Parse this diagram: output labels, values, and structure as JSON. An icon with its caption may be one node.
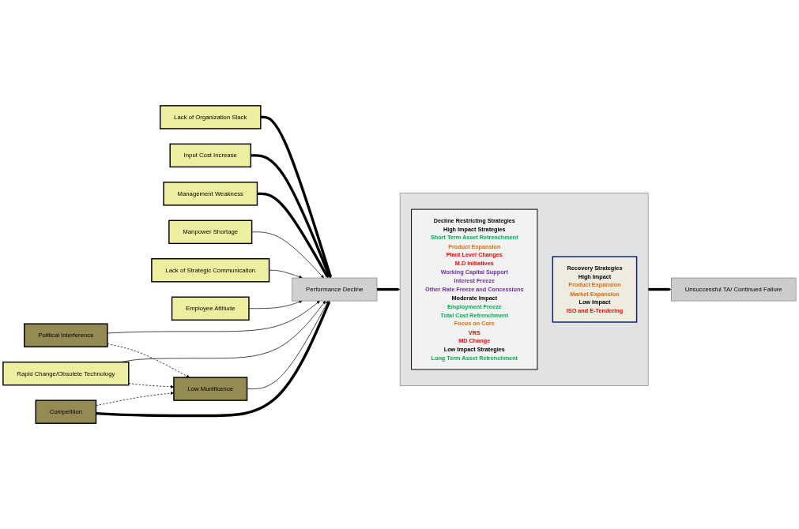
{
  "diagram": {
    "nodes": [
      {
        "text": [
          "Political Interference"
        ]
      },
      {
        "text": [
          "Lack of Organization Slack"
        ]
      },
      {
        "text": [
          "Rapid Change/Obsolete Technology"
        ]
      },
      {
        "text": [
          "Competition"
        ]
      },
      {
        "text": [
          "Low Munificence"
        ]
      },
      {
        "text": [
          "Performance Decline"
        ]
      },
      {
        "text": [
          "Manpower Shortage"
        ]
      },
      {
        "text": [
          "Input Cost Increase"
        ]
      },
      {
        "text": [
          "Lack of Strategic Communication"
        ]
      },
      {
        "text": [
          "Management Weakness"
        ]
      },
      {
        "text": [
          "Employee Attitude"
        ]
      },
      {
        "text": [],
        "shape": "box"
      },
      {
        "text": [
          "Decline Restricting Strategies",
          "High Impact Strategies",
          "Short Term Asset Retrenchment",
          "Product Expansion",
          "Plant Level Changes",
          "M.D Initiatives",
          "Working Capital Support",
          "Interest Freeze",
          "Other Rate Freeze and Concessions",
          "Moderate Impact",
          "Employment Freeze",
          "Total Cost Retrenchment",
          "Focus on Core",
          "VRS",
          "MD Change",
          "Low Impact Strategies",
          "Long Term Asset Retrenchment"
        ],
        "in": 11
      },
      {
        "text": [
          "Recovery Strategies",
          "High Impact",
          "Product Expansion",
          "Market Expansion",
          "Low Impact",
          "ISO  and E-Tendering"
        ],
        "in": 11
      },
      {
        "text": [
          "Unsuccessful TA/ Continued Failure"
        ]
      }
    ],
    "edges": [
      {
        "from": 0,
        "to": 5,
        "arrow": "to"
      },
      {
        "from": 1,
        "to": 5,
        "arrow": "to",
        "style": "thick"
      },
      {
        "from": 2,
        "to": 5,
        "arrow": "to"
      },
      {
        "from": 0,
        "to": 4,
        "arrow": "to",
        "style": "dashed"
      },
      {
        "from": 2,
        "to": 4,
        "arrow": "to",
        "style": "dashed"
      },
      {
        "from": 3,
        "to": 4,
        "arrow": "to",
        "style": "dashed"
      },
      {
        "from": 3,
        "to": 5,
        "arrow": "to",
        "style": "thick"
      },
      {
        "from": 4,
        "to": 5,
        "arrow": "to"
      },
      {
        "from": 7,
        "to": 5,
        "arrow": "to",
        "style": "thick"
      },
      {
        "from": 9,
        "to": 5,
        "arrow": "to",
        "style": "thick"
      },
      {
        "from": 6,
        "to": 5,
        "arrow": "to"
      },
      {
        "from": 8,
        "to": 5,
        "arrow": "to"
      },
      {
        "from": 10,
        "to": 5,
        "arrow": "to"
      },
      {
        "from": 5,
        "to": 11,
        "arrow": "to",
        "style": "thick"
      },
      {
        "from": 11,
        "to": 14,
        "arrow": "to",
        "style": "thick"
      }
    ]
  }
}
